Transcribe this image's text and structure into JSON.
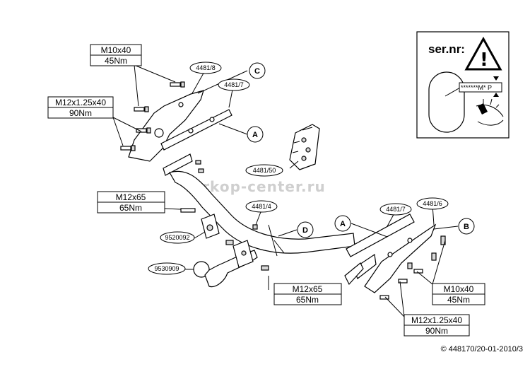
{
  "watermark": "farkop-center.ru",
  "serial_box": {
    "title": "ser.nr:",
    "plate_text": "*******M* P"
  },
  "torque_specs": {
    "top_m10": {
      "size": "M10x40",
      "torque": "45Nm"
    },
    "top_m12": {
      "size": "M12x1.25x40",
      "torque": "90Nm"
    },
    "mid_m12x65": {
      "size": "M12x65",
      "torque": "65Nm"
    },
    "bottom_m12x65": {
      "size": "M12x65",
      "torque": "65Nm"
    },
    "right_m10": {
      "size": "M10x40",
      "torque": "45Nm"
    },
    "right_m12": {
      "size": "M12x1.25x40",
      "torque": "90Nm"
    }
  },
  "part_numbers": {
    "p4481_8": "4481/8",
    "p4481_7_left": "4481/7",
    "p4481_50": "4481/50",
    "p4481_4": "4481/4",
    "p9520092": "9520092",
    "p9530909": "9530909",
    "p4481_7_right": "4481/7",
    "p4481_6": "4481/6"
  },
  "callouts": {
    "c": "C",
    "a_left": "A",
    "d": "D",
    "a_right": "A",
    "b": "B"
  },
  "footer": "© 448170/20-01-2010/3"
}
